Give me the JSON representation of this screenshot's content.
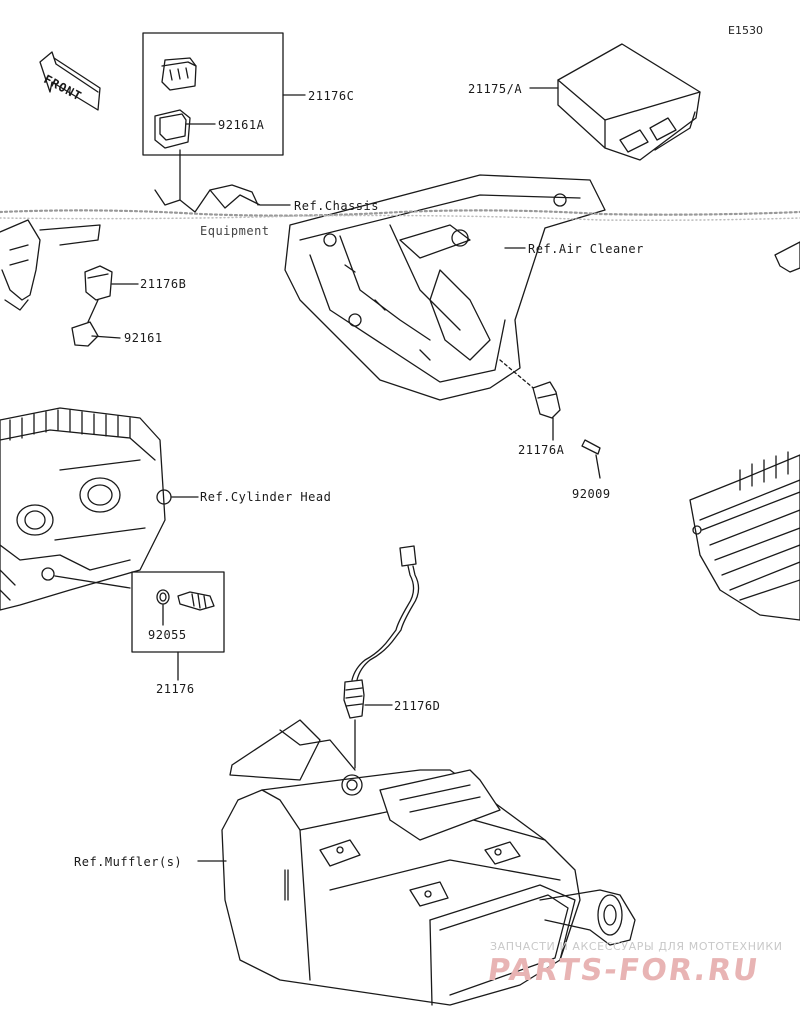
{
  "diagram_code": "E1530",
  "direction_arrow": "FRONT",
  "labels": {
    "l_21176C": "21176C",
    "l_92161A": "92161A",
    "l_21175A": "21175/A",
    "l_ref_chassis": "Ref.Chassis",
    "l_equipment": "Equipment",
    "l_ref_air_cleaner": "Ref.Air Cleaner",
    "l_21176B": "21176B",
    "l_92161": "92161",
    "l_21176A": "21176A",
    "l_92009": "92009",
    "l_ref_cylinder_head": "Ref.Cylinder Head",
    "l_92055": "92055",
    "l_21176": "21176",
    "l_21176D": "21176D",
    "l_ref_mufflers": "Ref.Muffler(s)"
  },
  "watermark": {
    "top_line": "ЗАПЧАСТИ И АКСЕССУАРЫ ДЛЯ МОТОТЕХНИКИ",
    "brand": "PARTS-FOR.RU"
  }
}
